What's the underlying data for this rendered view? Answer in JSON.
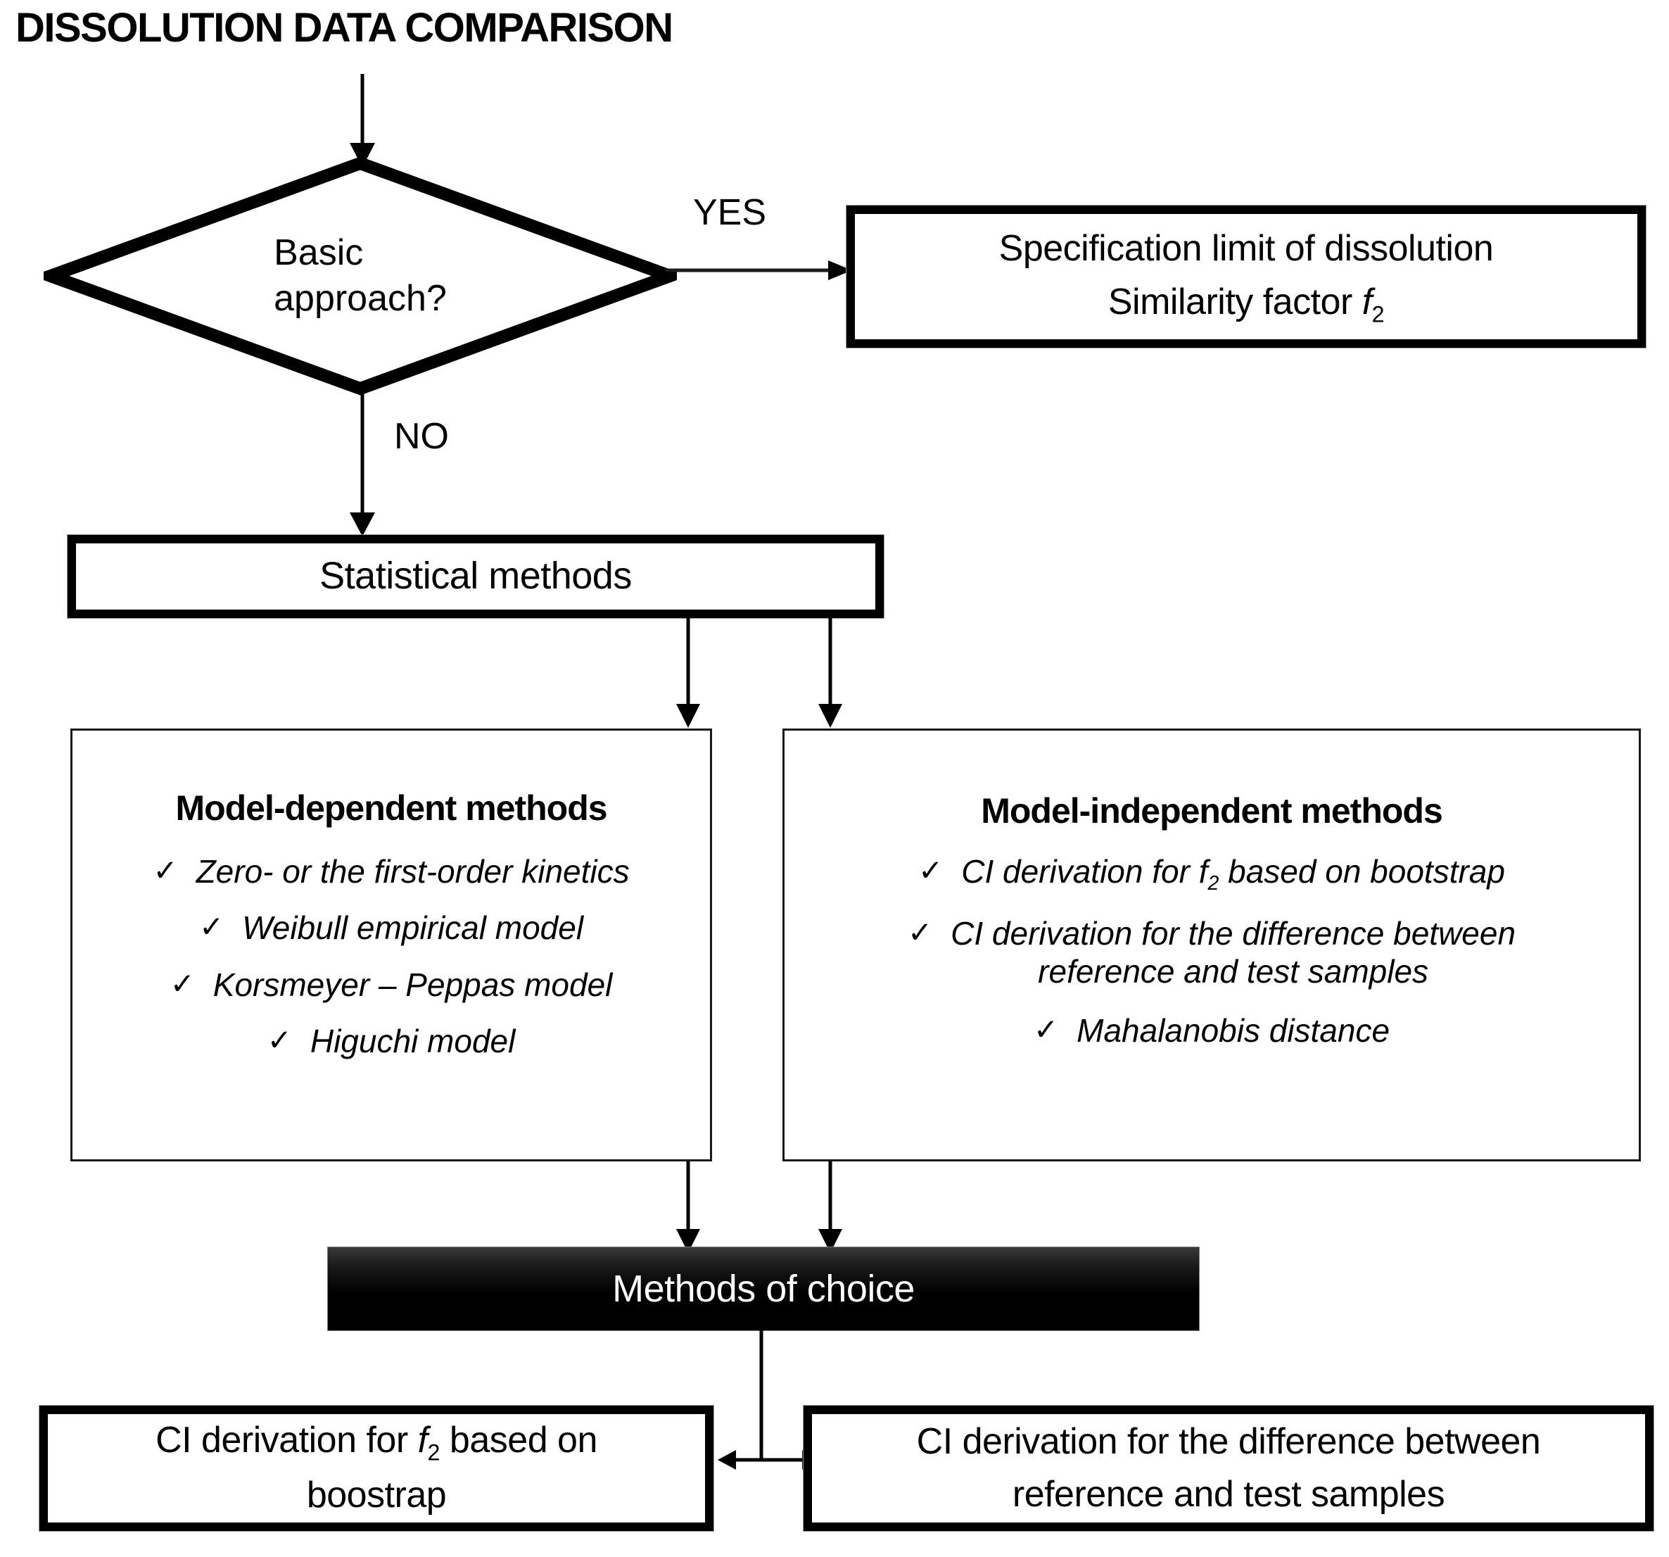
{
  "title": "DISSOLUTION DATA COMPARISON",
  "decision": {
    "label": "Basic\napproach?",
    "yes_label": "YES",
    "no_label": "NO"
  },
  "basic_box": {
    "line1": "Specification limit of dissolution",
    "line2_prefix": "Similarity factor ",
    "line2_symbol": "f",
    "line2_subscript": "2"
  },
  "statistical_box": {
    "label": "Statistical methods"
  },
  "model_dependent": {
    "heading": "Model-dependent methods",
    "tick": "✓",
    "items": [
      "Zero- or the first-order  kinetics",
      "Weibull empirical model",
      "Korsmeyer – Peppas model",
      "Higuchi model"
    ]
  },
  "model_independent": {
    "heading": "Model-independent methods",
    "tick": "✓",
    "items": [
      {
        "pre": "CI derivation for ",
        "sym": "f",
        "sub": "2",
        "post": " based on bootstrap"
      },
      {
        "pre": "CI derivation for the difference between\nreference and test samples",
        "sym": "",
        "sub": "",
        "post": ""
      },
      {
        "pre": "Mahalanobis distance",
        "sym": "",
        "sub": "",
        "post": ""
      }
    ]
  },
  "methods_of_choice": {
    "label": "Methods of choice"
  },
  "outcome_left": {
    "pre": "CI derivation for ",
    "sym": "f",
    "sub": "2",
    "post": " based on\nboostrap"
  },
  "outcome_right": {
    "label": "CI derivation for the difference between\nreference and test samples"
  },
  "colors": {
    "stroke": "#000000",
    "background": "#ffffff",
    "panel_border": "#1a1a1a",
    "black_box_text": "#ffffff"
  }
}
